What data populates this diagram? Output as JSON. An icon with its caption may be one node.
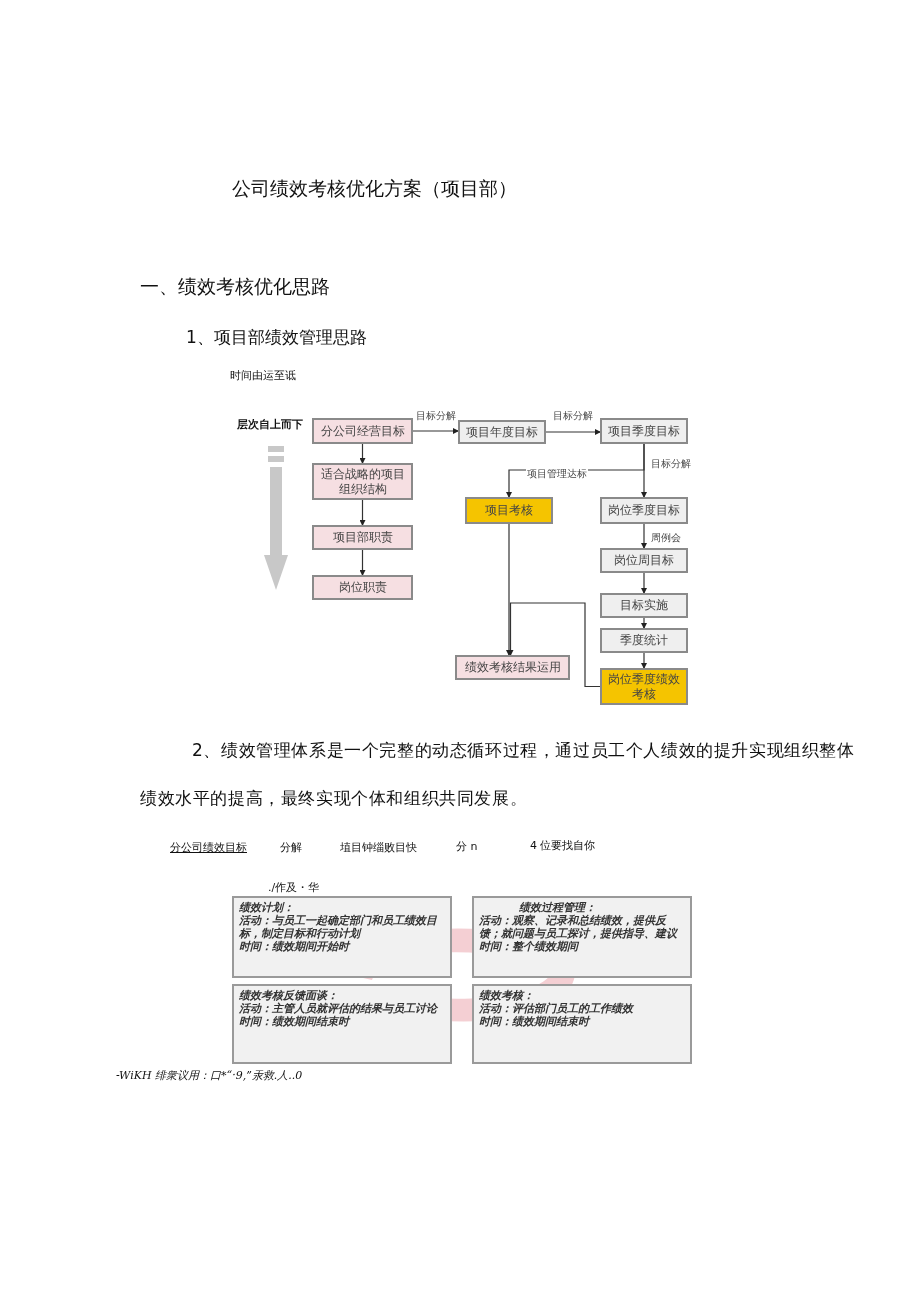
{
  "diagram": {
    "title": "公司绩效考核优化方案（项目部）",
    "nodes": [
      {
        "text": [
          "分公司经营目标"
        ]
      },
      {
        "text": [
          "项目年度目标"
        ]
      },
      {
        "text": [
          "项目季度目标"
        ]
      },
      {
        "text": [
          "适合战略的项目组织结构"
        ]
      },
      {
        "text": [
          "项目考核"
        ]
      },
      {
        "text": [
          "岗位季度目标"
        ]
      },
      {
        "text": [
          "项目部职责"
        ]
      },
      {
        "text": [
          "岗位周目标"
        ]
      },
      {
        "text": [
          "岗位职责"
        ]
      },
      {
        "text": [
          "目标实施"
        ]
      },
      {
        "text": [
          "季度统计"
        ]
      },
      {
        "text": [
          "绩效考核结果运用"
        ]
      },
      {
        "text": [
          "岗位季度绩效考核"
        ]
      },
      {
        "text": [
          "绩效计划：",
          "活动：与员工一起确定部门和员工绩效目标，制定目标和行动计划",
          "时间：绩效期间开始时"
        ]
      },
      {
        "text": [
          "绩效过程管理：",
          "活动：观察、记录和总结绩效，提供反馈；就问题与员工探讨，提供指导、建议",
          "时间：整个绩效期间"
        ]
      },
      {
        "text": [
          "绩效考核反馈面谈：",
          "活动：主管人员就评估的结果与员工讨论",
          "时间：绩效期间结束时"
        ]
      },
      {
        "text": [
          "绩效考核：",
          "活动：评估部门员工的工作绩效",
          "时间：绩效期间结束时"
        ]
      }
    ],
    "edges": [
      {
        "from": 0,
        "to": 1,
        "arrow": "to",
        "label": "目标分解"
      },
      {
        "from": 1,
        "to": 2,
        "arrow": "to",
        "label": "目标分解"
      },
      {
        "from": 2,
        "to": 5,
        "arrow": "to",
        "label": "目标分解"
      },
      {
        "from": 2,
        "to": 4,
        "arrow": "to",
        "label": "项目管理达标"
      },
      {
        "from": 0,
        "to": 3,
        "arrow": "to"
      },
      {
        "from": 3,
        "to": 6,
        "arrow": "to"
      },
      {
        "from": 6,
        "to": 8,
        "arrow": "to"
      },
      {
        "from": 5,
        "to": 7,
        "arrow": "to",
        "label": "周例会"
      },
      {
        "from": 7,
        "to": 9,
        "arrow": "to"
      },
      {
        "from": 9,
        "to": 10,
        "arrow": "to"
      },
      {
        "from": 10,
        "to": 12,
        "arrow": "to"
      },
      {
        "from": 4,
        "to": 11,
        "arrow": "to"
      },
      {
        "from": 12,
        "to": 11,
        "arrow": "to"
      }
    ],
    "labels": [
      "一、绩效考核优化思路",
      "1、项目部绩效管理思路",
      "时间由运至诋",
      "层次自上而下",
      "2、绩效管理体系是一个完整的动态循环过程，通过员工个人绩效的提升实现组织整体绩效水平的提高，最终实现个体和组织共同发展。",
      "分公司绩效目标",
      "分解",
      "埴目钟缁败目快",
      "分 n",
      "4 位要找自你",
      "./作及・华",
      "-WiKH 绯衆议用：口*“·9,”汞救.人..0"
    ]
  }
}
